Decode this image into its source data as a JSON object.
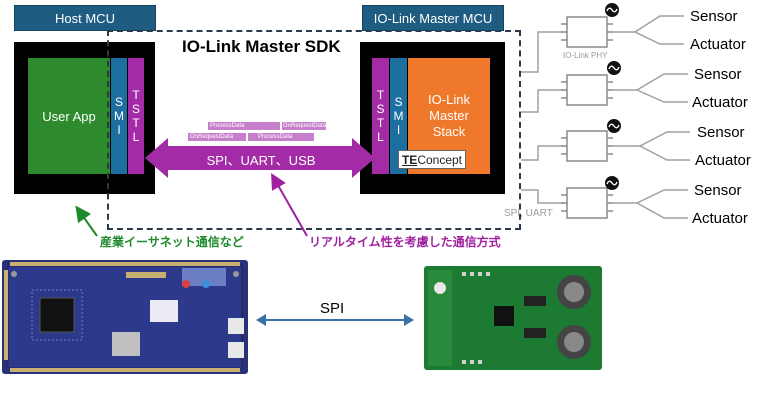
{
  "host_mcu": {
    "header": "Host MCU",
    "user_app": "User App",
    "smi": [
      "S",
      "M",
      "I"
    ],
    "tstl": [
      "T",
      "S",
      "T",
      "L"
    ]
  },
  "master_mcu": {
    "header": "IO-Link Master MCU",
    "stack": [
      "IO-Link",
      "Master",
      "Stack"
    ],
    "tstl": [
      "T",
      "S",
      "T",
      "L"
    ],
    "smi": [
      "S",
      "M",
      "I"
    ],
    "teconcept": {
      "te": "TE",
      "rest": "Concept"
    }
  },
  "sdk_title": "IO-Link Master SDK",
  "bus_label": "SPI、UART、USB",
  "tiny_labels": [
    "ProcessData",
    "OnRequestData",
    "OnRequestData",
    "ProcessData"
  ],
  "phy_label": "IO-Link PHY",
  "spi_uart_label": "SPI, UART",
  "devices": [
    {
      "sensor": "Sensor",
      "actuator": "Actuator"
    },
    {
      "sensor": "Sensor",
      "actuator": "Actuator"
    },
    {
      "sensor": "Sensor",
      "actuator": "Actuator"
    },
    {
      "sensor": "Sensor",
      "actuator": "Actuator"
    }
  ],
  "captions": {
    "ethernet": "産業イーサネット通信など",
    "realtime": "リアルタイム性を考慮した通信方式"
  },
  "spi_label": "SPI",
  "colors": {
    "header_blue": "#1f5c82",
    "user_app_green": "#2d8a2d",
    "smi_blue": "#1d6fa0",
    "tstl_purple": "#a32ca6",
    "stack_orange": "#f0782a",
    "bus_purple": "#a32ca6",
    "caption_green": "#1e8a2c",
    "caption_purple": "#a0219f",
    "spi_arrow_blue": "#3a6fa8"
  }
}
